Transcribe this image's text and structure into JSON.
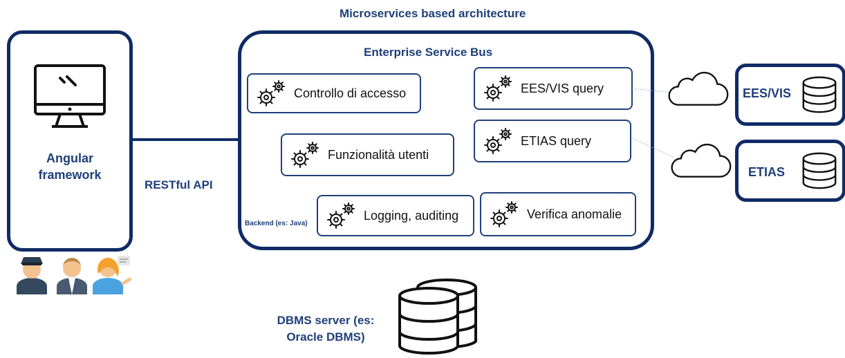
{
  "diagram": {
    "title": "Microservices based architecture",
    "frontend": {
      "label_line1": "Angular",
      "label_line2": "framework",
      "icon": "desktop-monitor-icon"
    },
    "api_label": "RESTful API",
    "esb": {
      "title": "Enterprise Service Bus",
      "backend_label": "Backend (es: Java)",
      "services": [
        {
          "label": "Controllo di accesso",
          "icon": "gears-icon"
        },
        {
          "label": "EES/VIS query",
          "icon": "gears-icon"
        },
        {
          "label": "ETIAS query",
          "icon": "gears-icon"
        },
        {
          "label": "Funzionalità utenti",
          "icon": "gears-icon"
        },
        {
          "label": "Logging, auditing",
          "icon": "gears-icon"
        },
        {
          "label": "Verifica anomalie",
          "icon": "gears-icon"
        }
      ]
    },
    "external_systems": [
      {
        "label": "EES/VIS",
        "icon": "database-icon",
        "cloud_icon": "cloud-icon"
      },
      {
        "label": "ETIAS",
        "icon": "database-icon",
        "cloud_icon": "cloud-icon"
      }
    ],
    "dbms": {
      "label_line1": "DBMS server (es:",
      "label_line2": "Oracle DBMS)",
      "icon": "database-stack-icon"
    },
    "users_icon": "users-group-icon",
    "colors": {
      "border": "#0f2b66",
      "text_accent": "#1f3f7a",
      "user_skin": "#f4c28e",
      "user_suit": "#34495e",
      "user_orange": "#f5a12c"
    }
  }
}
